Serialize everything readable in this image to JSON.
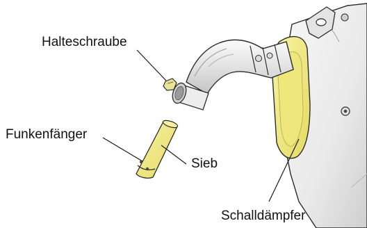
{
  "labels": {
    "retaining_screw": "Halteschraube",
    "spark_arrester": "Funkenfänger",
    "screen": "Sieb",
    "muffler": "Schalldämpfer"
  },
  "colors": {
    "metal_light": "#f2f2f2",
    "metal_mid": "#d9d9d9",
    "metal_shadow": "#bdbdbd",
    "outline": "#2b2b2b",
    "highlight_yellow": "#f3ec8a",
    "highlight_yellow_dark": "#d8cf55"
  }
}
